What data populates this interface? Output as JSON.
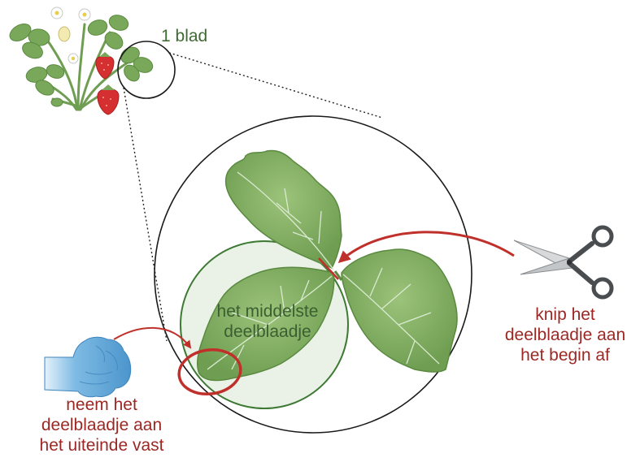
{
  "labels": {
    "leaf": "1 blad",
    "middle_leaflet": [
      "het middelste",
      "deelblaadje"
    ],
    "cut_instruction": [
      "knip het",
      "deelblaadje aan",
      "het begin af"
    ],
    "hold_instruction": [
      "neem het",
      "deelblaadje aan",
      "het uiteinde vast"
    ]
  },
  "colors": {
    "green_text": "#3f6b34",
    "red_text": "#9c2824",
    "accent_red": "#c0302b",
    "leaf_green": "#7fae5f",
    "glove_blue": "#5aa3d6"
  },
  "icons": [
    "strawberry-plant-icon",
    "scissors-icon",
    "gloved-hand-icon"
  ]
}
